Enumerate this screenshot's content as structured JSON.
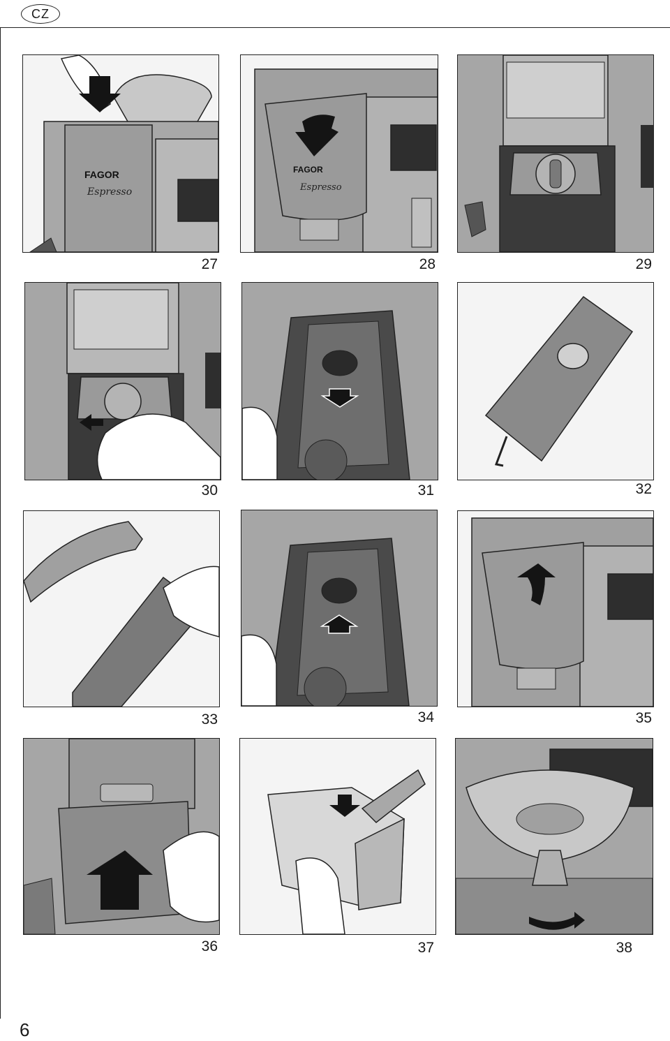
{
  "header": {
    "language_badge": "CZ"
  },
  "page_number": "6",
  "figures": [
    {
      "number": "27",
      "brand": "FAGOR",
      "script": "Espresso",
      "arrow": "down"
    },
    {
      "number": "28",
      "brand": "FAGOR",
      "script": "Espresso",
      "arrow": "down-curved"
    },
    {
      "number": "29"
    },
    {
      "number": "30",
      "arrow": "left"
    },
    {
      "number": "31",
      "arrow": "down"
    },
    {
      "number": "32"
    },
    {
      "number": "33"
    },
    {
      "number": "34",
      "arrow": "up"
    },
    {
      "number": "35",
      "arrow": "up-curved"
    },
    {
      "number": "36",
      "arrow": "up"
    },
    {
      "number": "37",
      "arrow": "down"
    },
    {
      "number": "38",
      "arrow": "right-curved"
    }
  ],
  "colors": {
    "line": "#222222",
    "machine_light": "#b4b4b4",
    "machine_mid": "#8c8c8c",
    "machine_dark": "#4a4a4a",
    "arrow": "#141414"
  }
}
